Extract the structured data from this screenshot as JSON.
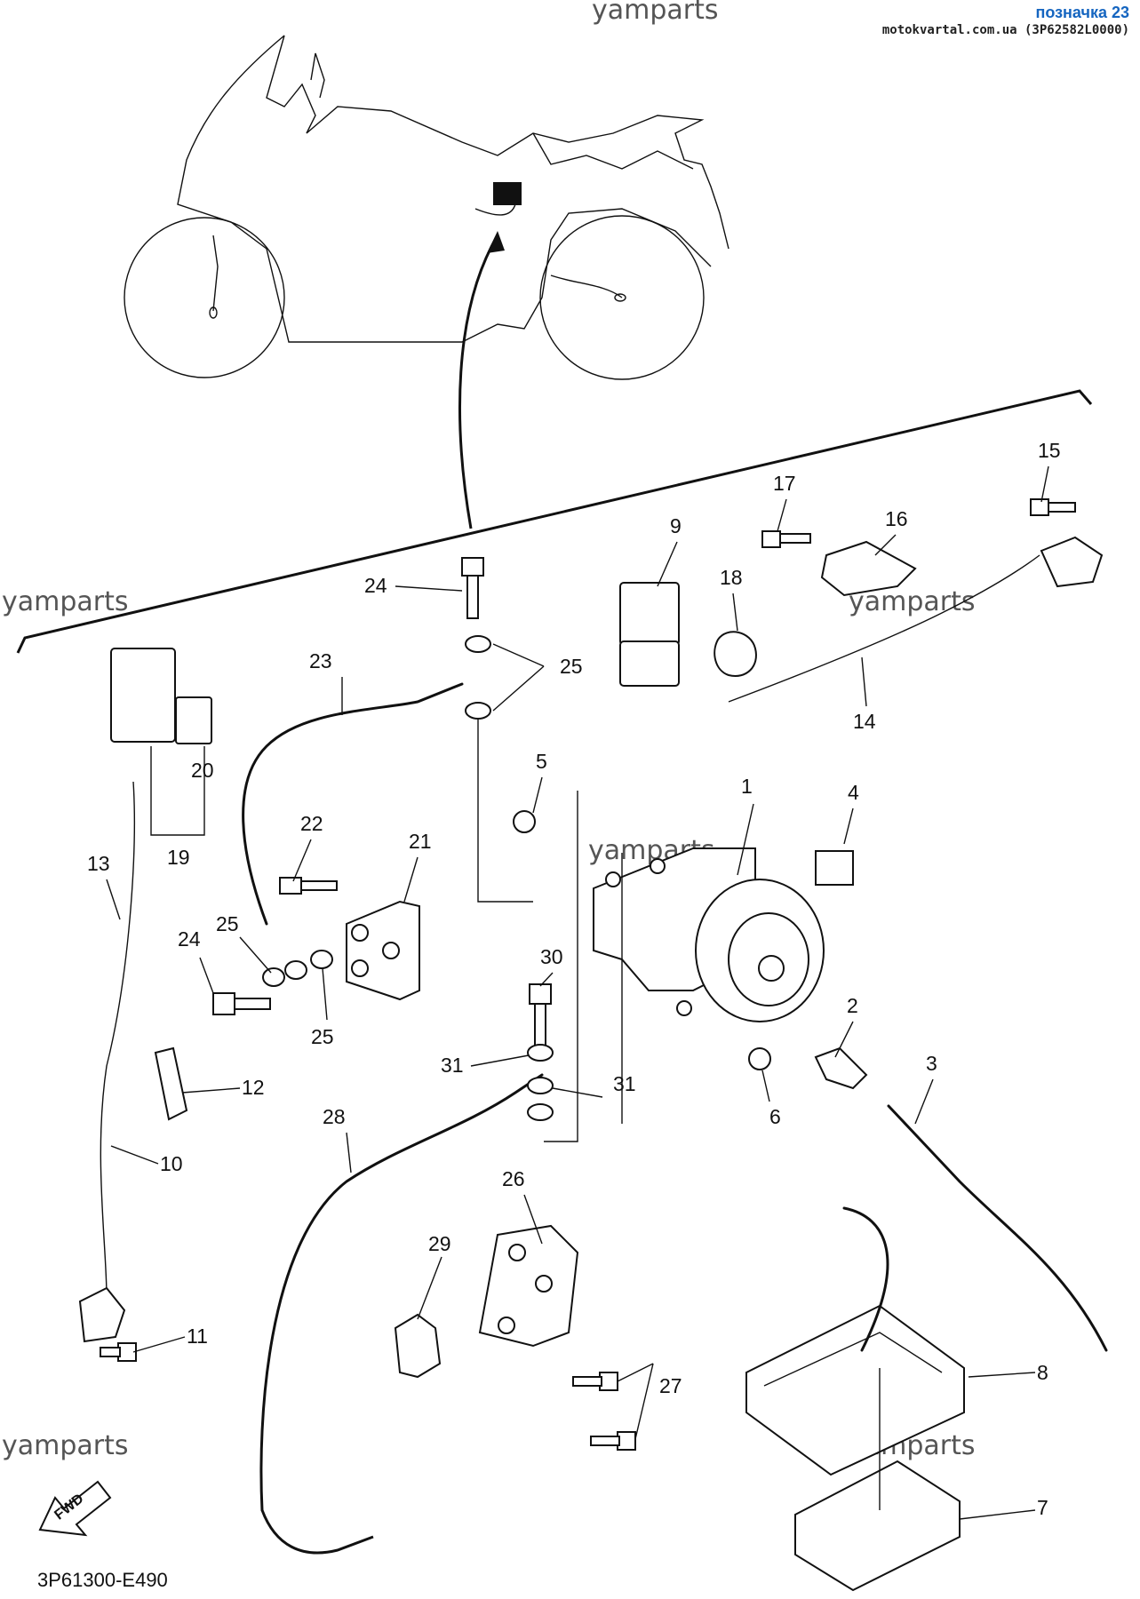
{
  "header": {
    "title": "позначка 23",
    "source": "motokvartal.com.ua (3P62582L0000)"
  },
  "watermarks": [
    "yamparts",
    "yamparts",
    "yamparts",
    "yamparts",
    "yamparts",
    "yamparts"
  ],
  "diagram_code": "3P61300-E490",
  "fwd_label": "FWD",
  "callouts": [
    "1",
    "2",
    "3",
    "4",
    "5",
    "6",
    "7",
    "8",
    "9",
    "10",
    "11",
    "12",
    "13",
    "14",
    "15",
    "16",
    "17",
    "18",
    "19",
    "20",
    "21",
    "22",
    "23",
    "24",
    "24",
    "25",
    "25",
    "25",
    "26",
    "27",
    "28",
    "29",
    "30",
    "31",
    "31"
  ]
}
